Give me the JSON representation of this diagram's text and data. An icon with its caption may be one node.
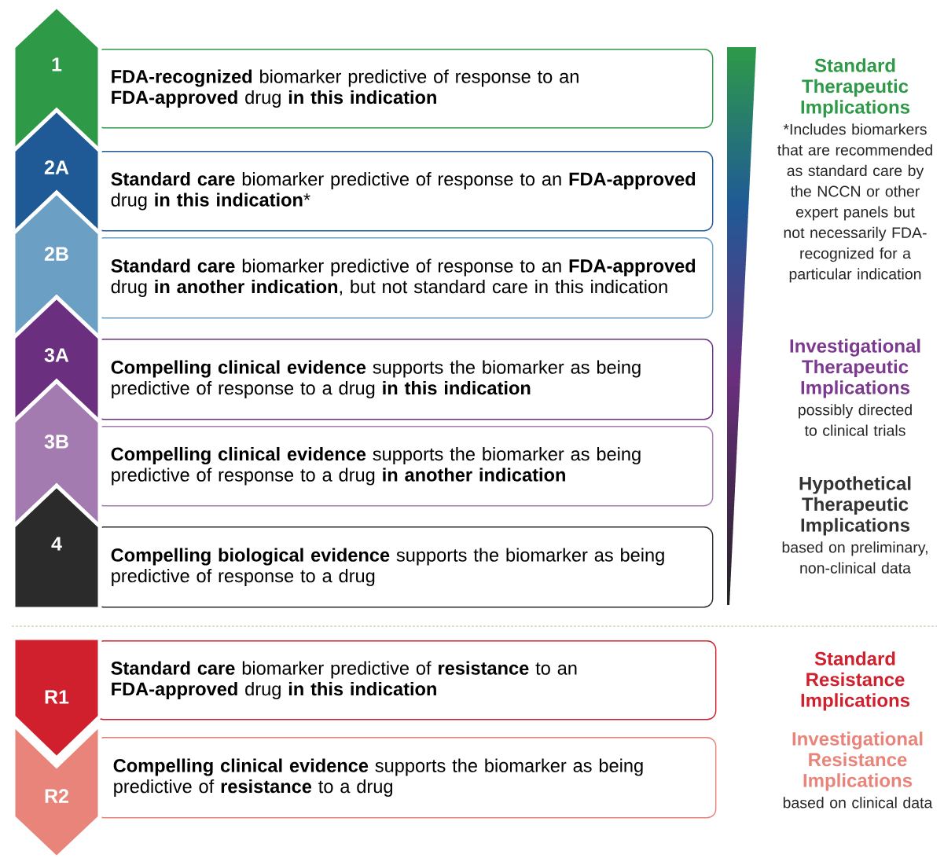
{
  "diagram": {
    "nodes": [
      {
        "text": [
          "1"
        ]
      },
      {
        "text": [
          "**FDA-recognized** biomarker predictive of response to an **FDA-approved** drug **in this indication**"
        ]
      },
      {
        "text": [
          "2A"
        ]
      },
      {
        "text": [
          "**Standard care** biomarker predictive of response to an **FDA-approved** drug **in this indication***"
        ]
      },
      {
        "text": [
          "2B"
        ]
      },
      {
        "text": [
          "**Standard care** biomarker predictive of response to an **FDA-approved** drug **in another indication**, but not standard care in this indication"
        ]
      },
      {
        "text": [
          "3A"
        ]
      },
      {
        "text": [
          "**Compelling clinical evidence** supports the biomarker as being predictive of response to a drug **in this indication**"
        ]
      },
      {
        "text": [
          "3B"
        ]
      },
      {
        "text": [
          "**Compelling clinical evidence** supports the biomarker as being predictive of response to a drug **in another indication**"
        ]
      },
      {
        "text": [
          "4"
        ]
      },
      {
        "text": [
          "**Compelling biological evidence** supports the biomarker as being predictive of response to a drug"
        ]
      },
      {
        "text": [
          "R1"
        ]
      },
      {
        "text": [
          "**Standard care** biomarker predictive of **resistance** to an **FDA-approved** drug **in this indication**"
        ]
      },
      {
        "text": [
          "R2"
        ]
      },
      {
        "text": [
          "**Compelling clinical evidence** supports the biomarker as being predictive of **resistance** to a drug"
        ]
      }
    ],
    "labels": [
      "Standard Therapeutic Implications",
      "*Includes biomarkers that are recommended as standard care by the NCCN or other expert panels but not necessarily FDA-recognized for a particular indication",
      "Investigational Therapeutic Implications",
      "possibly directed to clinical trials",
      "Hypothetical Therapeutic Implications",
      "based on preliminary, non-clinical data",
      "Standard Resistance Implications",
      "Investigational Resistance Implications",
      "based on clinical data"
    ]
  }
}
